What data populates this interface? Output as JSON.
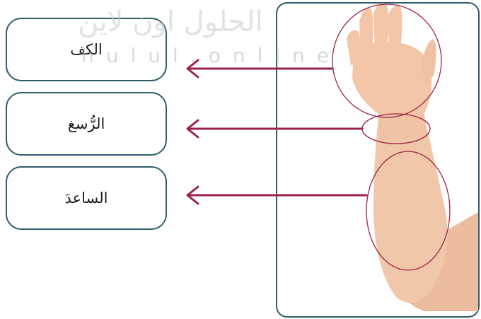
{
  "labels": {
    "palm": "الكف",
    "wrist": "الرُّسغ",
    "forearm": "الساعدَ"
  },
  "watermark": {
    "arabic": "الحلول اون لاين",
    "latin": "hulul.online"
  },
  "colors": {
    "arrow": "#9c2348",
    "box_border": "#2f5d6b",
    "skin": "#eec4a6"
  }
}
